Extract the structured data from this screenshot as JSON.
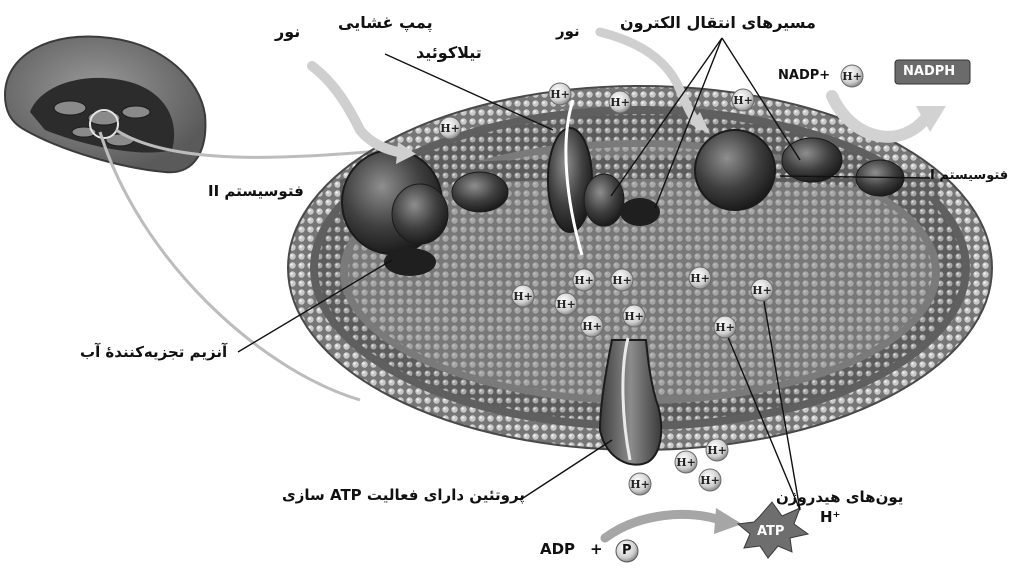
{
  "labels": {
    "nur_left": "نور",
    "pump": "پمپ غشایی",
    "thylakoid": "تیلاکوئید",
    "nur_right": "نور",
    "electron_paths": "مسیرهای انتقال الکترون",
    "nadp_plus": "NADP+",
    "nadph": "NADPH",
    "photosystem_2": "فتوسیستم II",
    "photosystem_1": "فتوسیستم I",
    "water_enzyme": "آنزیم تجزیه‌کنندهٔ آب",
    "atp_synthase": "پروتئین دارای فعالیت ATP سازی",
    "hydrogen_ions": "یون‌های هیدروژن",
    "hydrogen_ion_symbol": "H⁺",
    "adp": "ADP",
    "plus": "+",
    "phosphate": "P",
    "atp": "ATP"
  },
  "ion_text": "H+",
  "colors": {
    "membrane": "#8a8a8a",
    "head_light": "#d9d9d9",
    "lumen": "#7d7d7d",
    "protein_dark": "#3a3a3a",
    "arrow_light": "#cfcfcf",
    "leader": "#111111"
  }
}
